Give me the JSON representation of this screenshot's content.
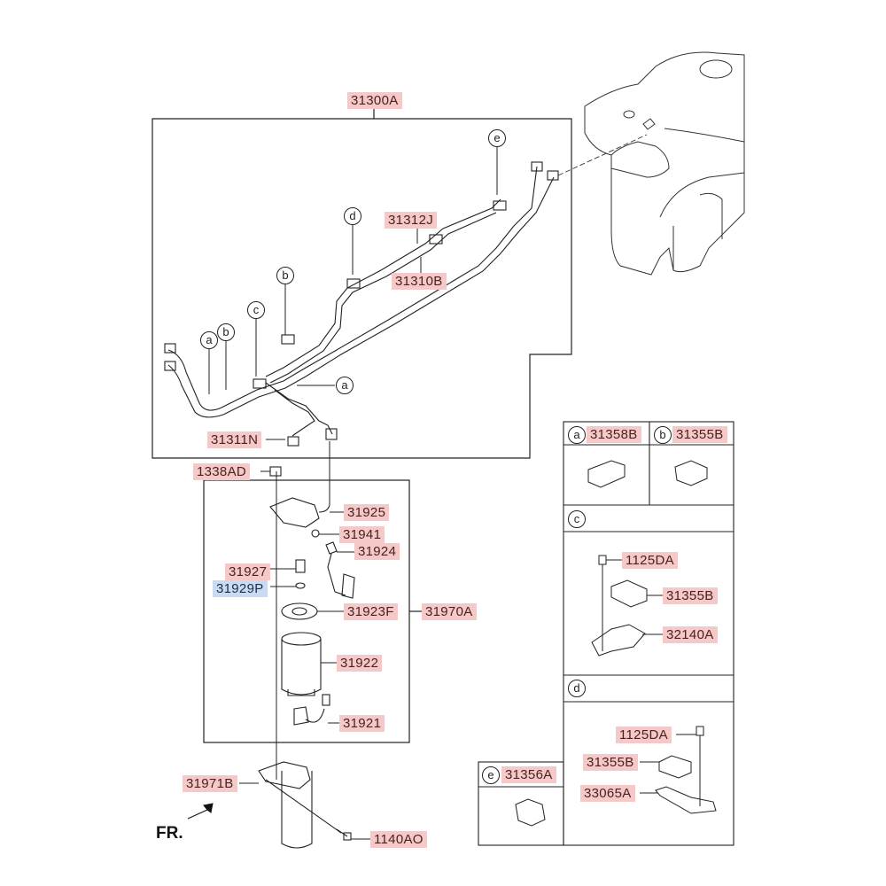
{
  "title": "Fuel line and fuel filter parts diagram",
  "orientation_label": "FR.",
  "assembly_labels": {
    "fuel_line_assembly": "31300A",
    "fuel_filter_assembly": "31970A"
  },
  "callouts": {
    "fuel_line_assembly": "31300A",
    "tube_upper": "31312J",
    "tube_lower": "31310B",
    "tube_filter": "31311N",
    "nut": "1338AD",
    "filter_head": "31925",
    "o_ring_small": "31941",
    "sensor_harness": "31924",
    "plug": "31927",
    "gasket_plug": "31929P",
    "filter_cap": "31923F",
    "filter_cartridge": "31922",
    "water_sensor": "31921",
    "bracket": "31971B",
    "bolt": "1140AO"
  },
  "markers": {
    "a": "a",
    "b": "b",
    "c": "c",
    "d": "d",
    "e": "e"
  },
  "detail_tables": {
    "a": {
      "marker": "a",
      "part": "31358B"
    },
    "b": {
      "marker": "b",
      "part": "31355B"
    },
    "c": {
      "marker": "c",
      "parts": [
        "1125DA",
        "31355B",
        "32140A"
      ]
    },
    "d": {
      "marker": "d",
      "parts": [
        "1125DA",
        "31355B",
        "33065A"
      ]
    },
    "e": {
      "marker": "e",
      "part": "31356A"
    }
  },
  "colors": {
    "label_bg": "#f6c9c9",
    "label_highlight_bg": "#c9daf3",
    "line": "#222222"
  }
}
